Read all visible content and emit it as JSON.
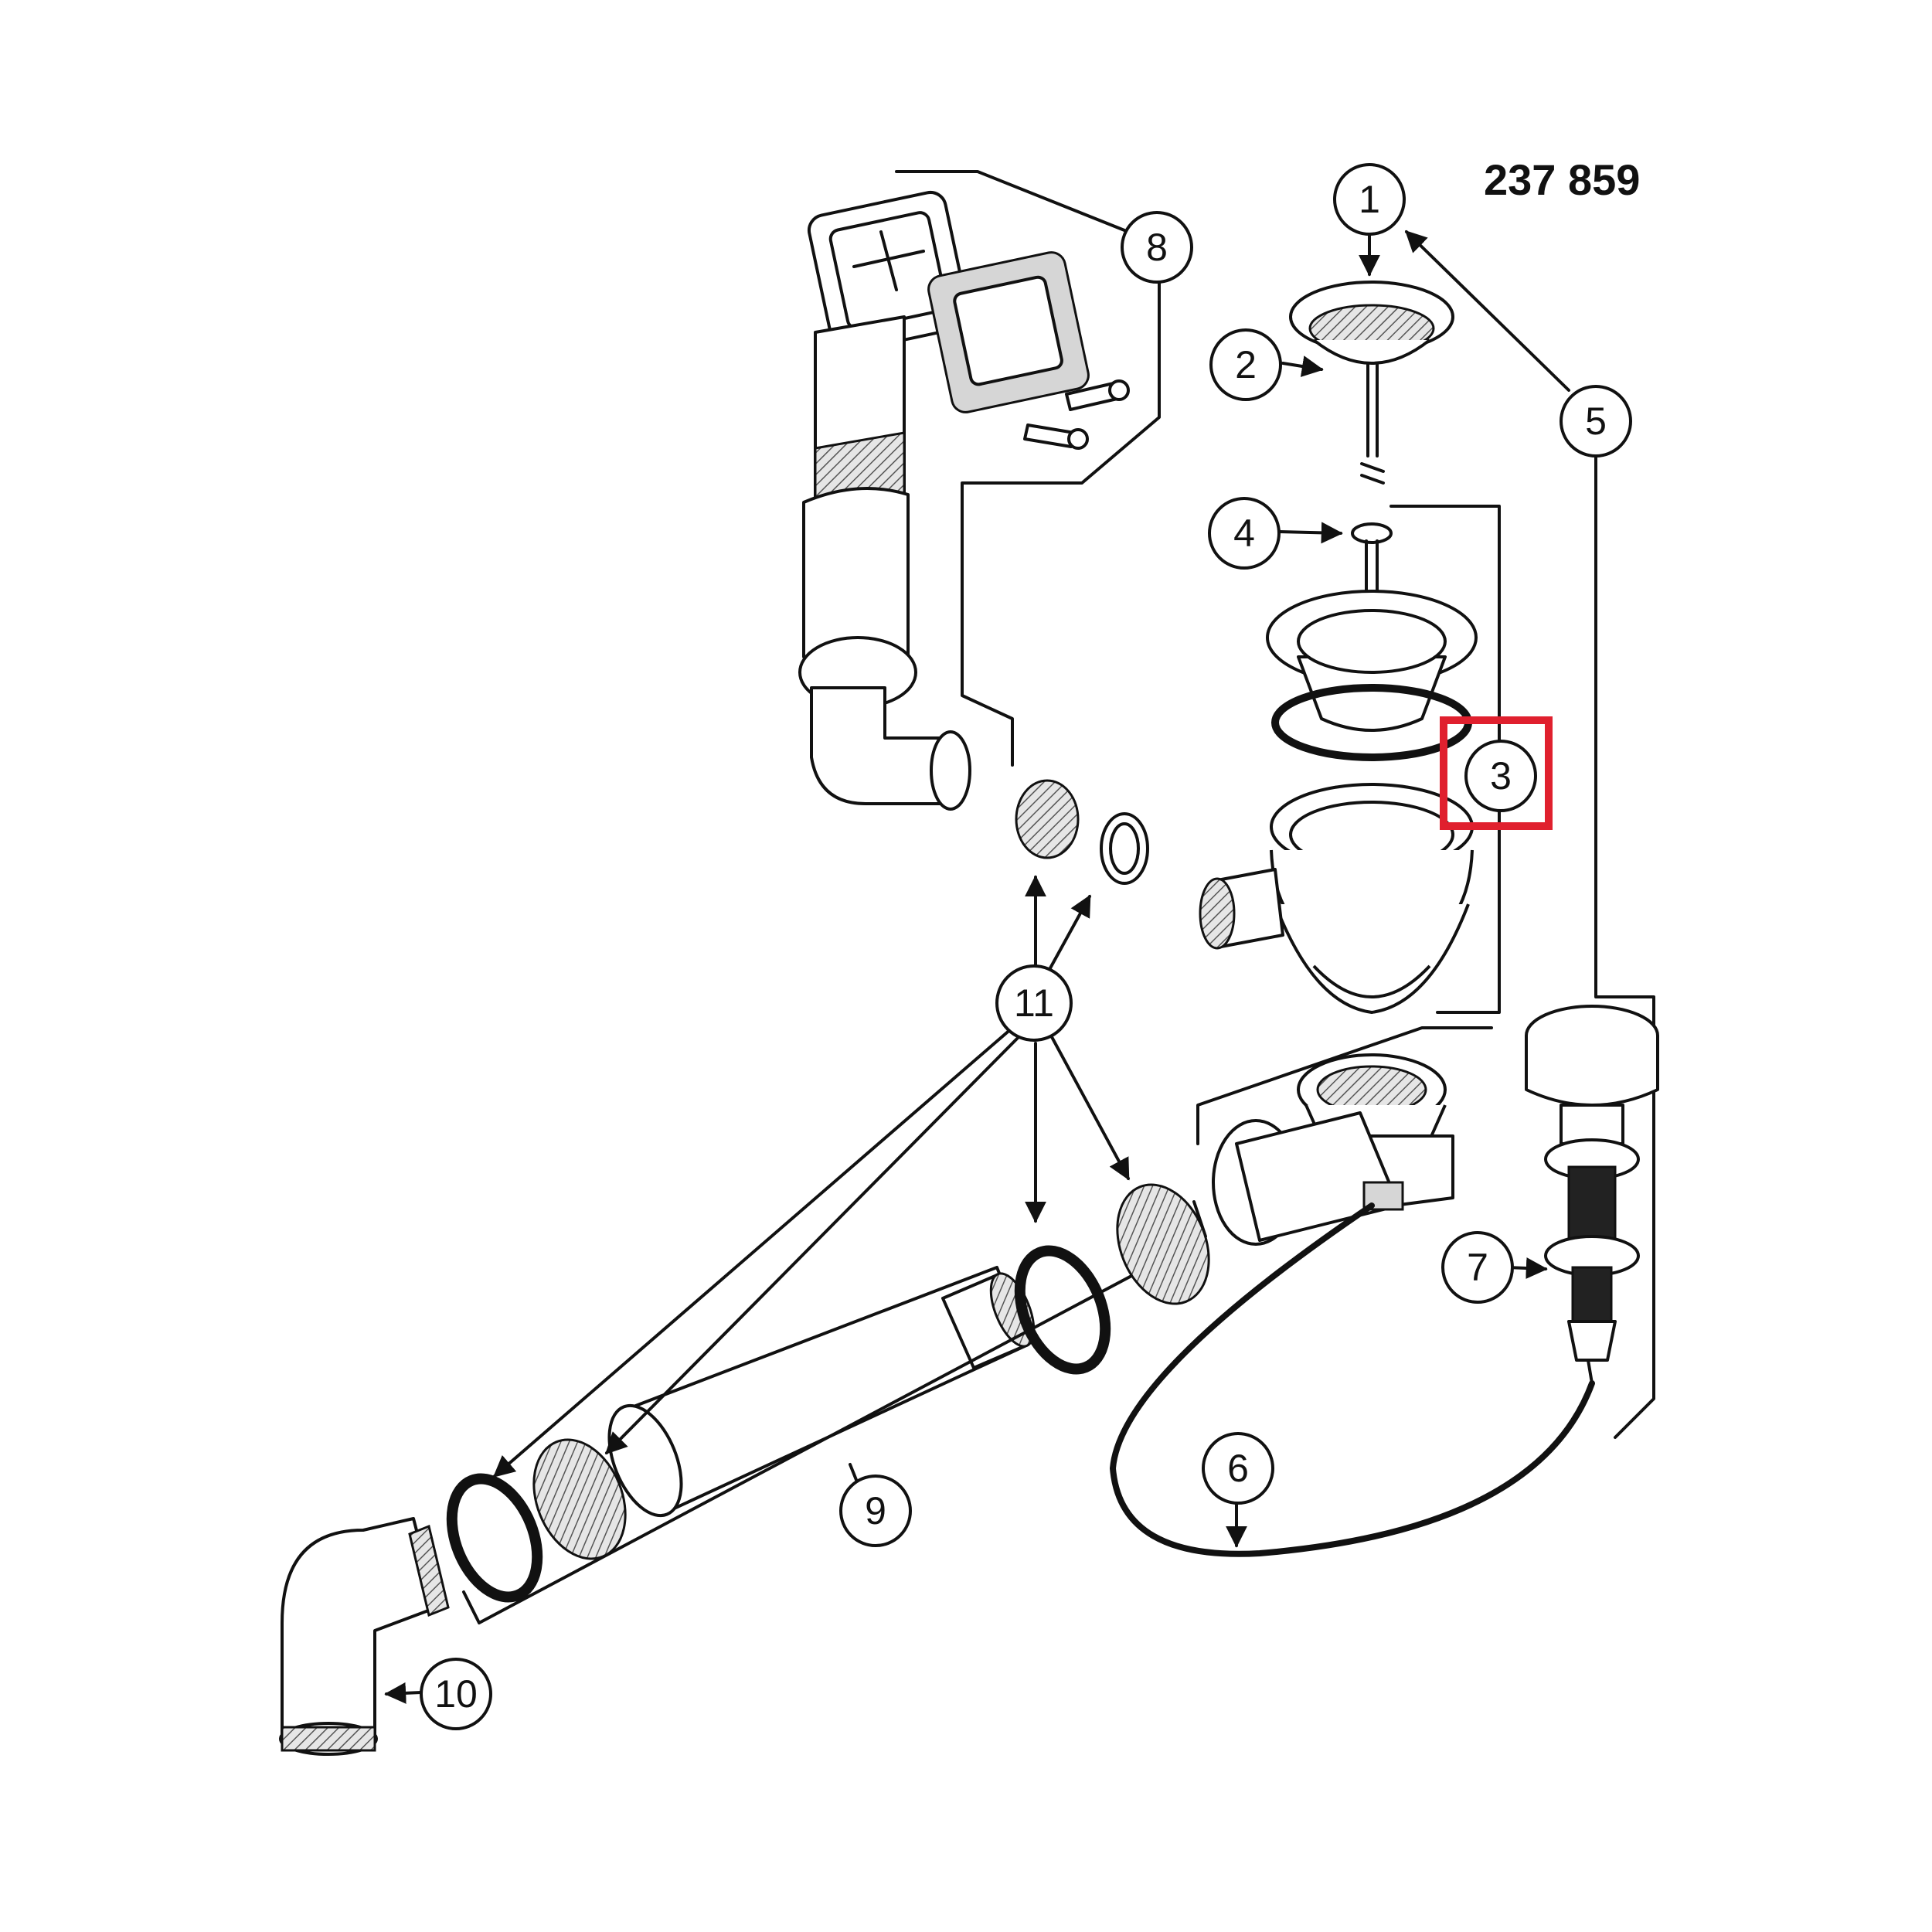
{
  "document_number": "237 859",
  "callouts": [
    {
      "id": "c1",
      "label": "1"
    },
    {
      "id": "c2",
      "label": "2"
    },
    {
      "id": "c3",
      "label": "3",
      "highlighted": true
    },
    {
      "id": "c4",
      "label": "4"
    },
    {
      "id": "c5",
      "label": "5"
    },
    {
      "id": "c6",
      "label": "6"
    },
    {
      "id": "c7",
      "label": "7"
    },
    {
      "id": "c8",
      "label": "8"
    },
    {
      "id": "c9",
      "label": "9"
    },
    {
      "id": "c10",
      "label": "10"
    },
    {
      "id": "c11",
      "label": "11"
    }
  ],
  "highlight_color": "#e0202e"
}
